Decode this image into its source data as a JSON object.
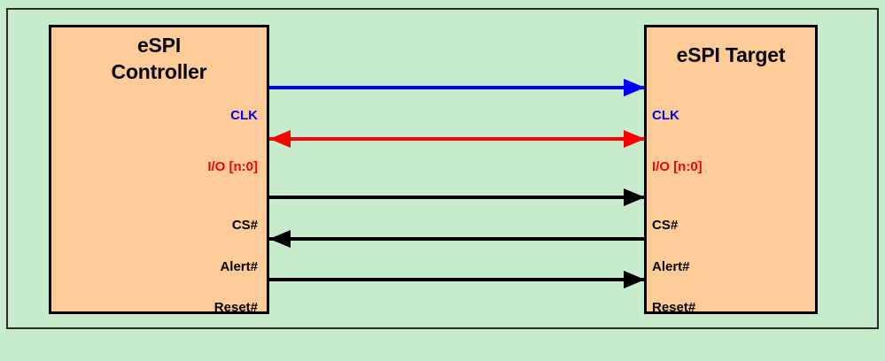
{
  "diagram": {
    "title": "eSPI Controller / eSPI Target interface",
    "background_color": "#c8ebcb",
    "block_fill_color": "#ffcc99",
    "block_border_color": "#000000",
    "frame_border_color": "#2b2b2b"
  },
  "blocks": {
    "controller": {
      "title_line1": "eSPI",
      "title_line2": "Controller"
    },
    "target": {
      "title_line1": "eSPI Target"
    }
  },
  "signals": [
    {
      "name": "CLK",
      "controller_label": "CLK",
      "target_label": "CLK",
      "color": "#0000ff",
      "direction": "controller-to-target",
      "arrowheads": "target"
    },
    {
      "name": "IO",
      "controller_label": "I/O [n:0]",
      "target_label": "I/O [n:0]",
      "color": "#ff0000",
      "direction": "bidirectional",
      "arrowheads": "both"
    },
    {
      "name": "CS",
      "controller_label": "CS#",
      "target_label": "CS#",
      "color": "#000000",
      "direction": "controller-to-target",
      "arrowheads": "target"
    },
    {
      "name": "Alert",
      "controller_label": "Alert#",
      "target_label": "Alert#",
      "color": "#000000",
      "direction": "target-to-controller",
      "arrowheads": "controller"
    },
    {
      "name": "Reset",
      "controller_label": "Reset#",
      "target_label": "Reset#",
      "color": "#000000",
      "direction": "controller-to-target",
      "arrowheads": "target"
    }
  ]
}
